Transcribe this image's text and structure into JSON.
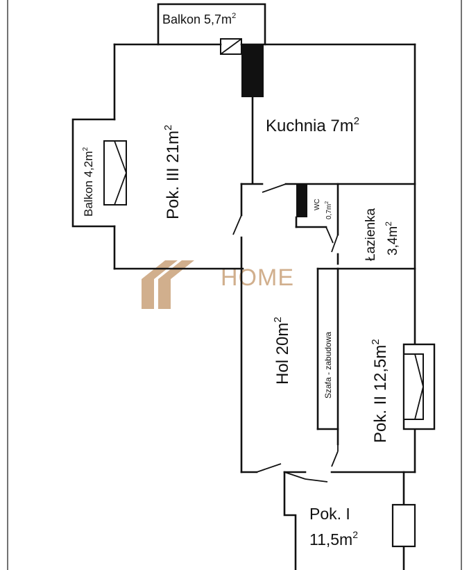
{
  "rooms": {
    "balkon_top": "Balkon 5,7m",
    "balkon_top_sup": "2",
    "balkon_left": "Balkon 4,2m",
    "balkon_left_sup": "2",
    "pok3": "Pok. III 21m",
    "pok3_sup": "2",
    "kuchnia": "Kuchnia 7m",
    "kuchnia_sup": "2",
    "wc": "WC",
    "wc_area": "0,7m",
    "wc_area_sup": "2",
    "lazienka": "Łazienka",
    "lazienka_area": "3,4m",
    "lazienka_area_sup": "2",
    "hol": "Hol 20m",
    "hol_sup": "2",
    "szafa": "Szafa - zabudowa",
    "pok2": "Pok. II 12,5m",
    "pok2_sup": "2",
    "pok1": "Pok. I",
    "pok1_area": "11,5m",
    "pok1_area_sup": "2"
  },
  "watermark": {
    "text": "HOME",
    "color": "#c9a27a"
  }
}
